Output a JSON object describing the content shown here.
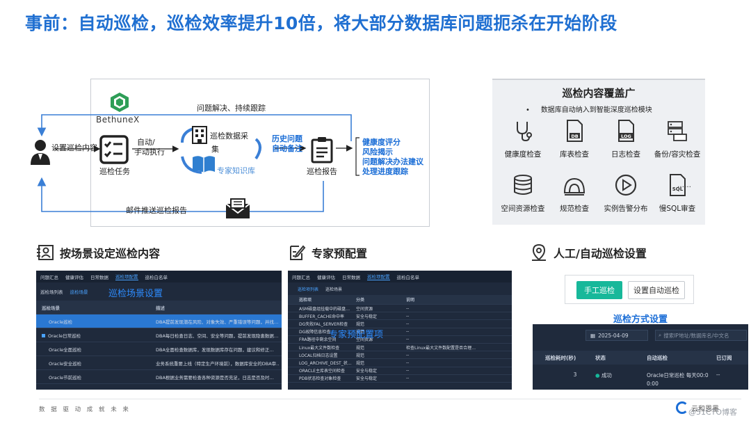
{
  "title": "事前：自动巡检，巡检效率提升10倍，将大部分数据库问题扼杀在开始阶段",
  "flow": {
    "brand": "BethuneX",
    "top_feedback": "问题解决、持续跟踪",
    "set_content": "设置巡检内容",
    "auto_manual_1": "自动/",
    "auto_manual_2": "手动执行",
    "task_label": "巡检任务",
    "collect_1": "巡检数据采",
    "collect_2": "集",
    "knowledge_base": "专家知识库",
    "history_1": "历史问题",
    "history_2": "自动备注",
    "report_label": "巡检报告",
    "results": [
      "健康度评分",
      "风险揭示",
      "问题解决办法建议",
      "处理进度跟踪"
    ],
    "email": "邮件推送巡检报告"
  },
  "coverage": {
    "title": "巡检内容覆盖广",
    "subtitle_bullet": "•",
    "subtitle": "数据库自动纳入到智能深度巡检模块",
    "items": [
      {
        "label": "健康度检查",
        "icon": "stethoscope-icon"
      },
      {
        "label": "库表检查",
        "icon": "db-file-icon"
      },
      {
        "label": "日志检查",
        "icon": "log-file-icon"
      },
      {
        "label": "备份/容灾检查",
        "icon": "backup-server-icon"
      },
      {
        "label": "空间资源检查",
        "icon": "storage-icon"
      },
      {
        "label": "规范检查",
        "icon": "ruler-icon"
      },
      {
        "label": "实例告警分布",
        "icon": "play-circle-icon"
      },
      {
        "label": "慢SQL审查",
        "icon": "sql-file-icon"
      }
    ],
    "more": "……"
  },
  "section1": {
    "title": "按场景设定巡检内容",
    "nav": [
      "问题汇总",
      "健康评估",
      "日常数据",
      "巡检项配置",
      "巡检白名单"
    ],
    "active_nav": "巡检项配置",
    "subtabs": [
      "巡检场列表",
      "巡检场景"
    ],
    "overlay": "巡检场景设置",
    "headers": [
      "巡检场景",
      "描述"
    ],
    "rows": [
      {
        "name": "Oracle巡检",
        "desc": "DBA提前发现潜在风险、对象失效、严重错误等问题，并找…"
      },
      {
        "name": "Oracle日常巡检",
        "desc": "DBA每日检查日志、空间、安全等问题，提前发现隐患数据…"
      },
      {
        "name": "Oracle全面巡检",
        "desc": "DBA全面检查数据库，发现数据库存在问题，建议和修正…"
      },
      {
        "name": "Oracle安全巡检",
        "desc": "业务系统重要上线（特定生产环境前），数据库安全的DBA审…"
      },
      {
        "name": "Oracle节前巡检",
        "desc": "DBA根据业务需要检查各种资源是否充足，日志是否及时…"
      }
    ]
  },
  "section2": {
    "title": "专家预配置",
    "nav": [
      "问题汇总",
      "健康评估",
      "日常数据",
      "巡检项配置",
      "巡检白名单"
    ],
    "active_nav": "巡检项配置",
    "subtabs": [
      "巡检项列表",
      "巡检场景"
    ],
    "overlay": "专家预配置项",
    "headers": [
      "巡检项",
      "分类",
      "说明"
    ],
    "rows": [
      {
        "item": "ASM磁盘组挂载中的磁盘…",
        "cat": "空间资源",
        "desc": "--"
      },
      {
        "item": "BUFFER_CACHE命中率",
        "cat": "安全与稳定",
        "desc": "--"
      },
      {
        "item": "DG失败FAL_SERVER检查",
        "cat": "规范",
        "desc": "--"
      },
      {
        "item": "DG故障信息检查",
        "cat": "规范",
        "desc": "--"
      },
      {
        "item": "FRA路径中剩余空间",
        "cat": "空间资源",
        "desc": "--"
      },
      {
        "item": "Linux最大文件数检查",
        "cat": "规范",
        "desc": "检查Linux最大文件数配置是否合理…"
      },
      {
        "item": "LOCAL归档日志设置",
        "cat": "规范",
        "desc": "--"
      },
      {
        "item": "LOG_ARCHIVE_DEST_状…",
        "cat": "规范",
        "desc": "--"
      },
      {
        "item": "ORACLE主库表空间检查",
        "cat": "安全与稳定",
        "desc": "--"
      },
      {
        "item": "PDB状态检查对象检查",
        "cat": "安全与稳定",
        "desc": "--"
      }
    ]
  },
  "section3": {
    "title": "人工/自动巡检设置",
    "manual_btn": "手工巡检",
    "auto_btn": "设置自动巡检",
    "mode_title": "巡检方式设置",
    "date": "2025-04-09",
    "search_placeholder": "搜索IP地址/数据库名/中文名",
    "headers": [
      "巡检耗时(秒)",
      "状态",
      "自动巡检",
      "已订阅"
    ],
    "row": {
      "duration": "3",
      "status": "成功",
      "auto_1": "Oracle日常巡检 每天00:0",
      "auto_2": "0:00",
      "subscribed": "--"
    }
  },
  "footer": {
    "slogan": "数 据 驱 动   成 就 未 来",
    "logo_text": "云和恩墨",
    "watermark": "@51CTO博客"
  },
  "colors": {
    "title_blue": "#1f6fd1",
    "accent_blue": "#1a6dd6",
    "bethune_green": "#2e9e57",
    "button_teal": "#17b89a",
    "dark_panel": "#1f2a3c"
  }
}
